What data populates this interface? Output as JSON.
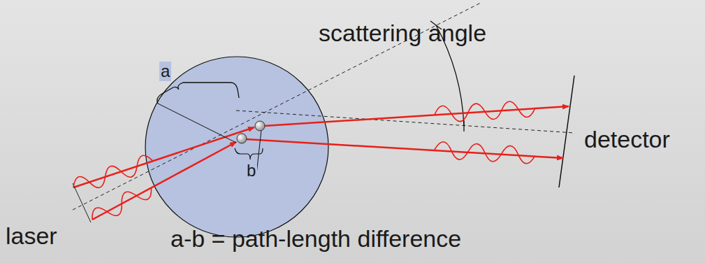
{
  "diagram": {
    "labels": [
      "a",
      "b",
      "scattering angle",
      "detector",
      "laser",
      "a-b = path-length difference"
    ]
  }
}
